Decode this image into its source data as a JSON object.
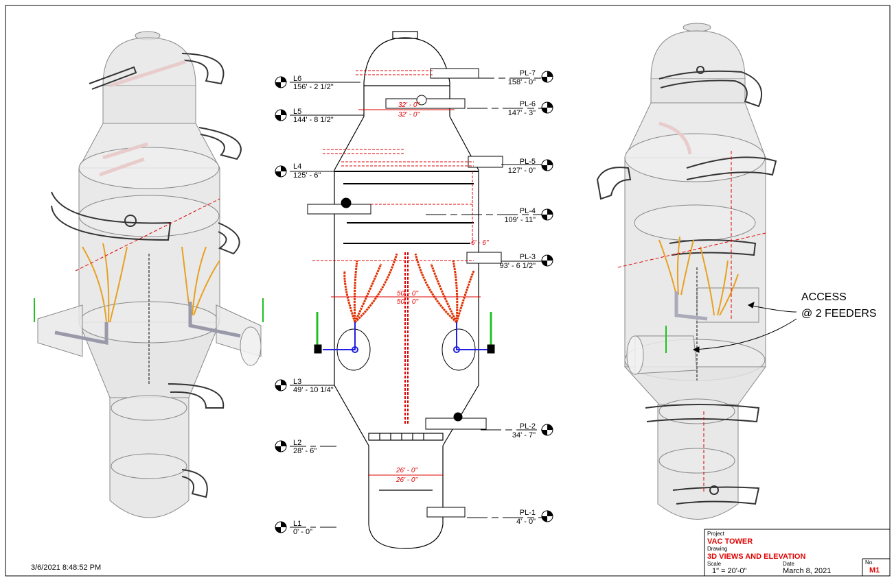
{
  "levels_left": [
    {
      "name": "L6",
      "elev": "156' - 2 1/2\""
    },
    {
      "name": "L5",
      "elev": "144' - 8 1/2\""
    },
    {
      "name": "L4",
      "elev": "125' - 6\""
    },
    {
      "name": "L3",
      "elev": "49' - 10 1/4\""
    },
    {
      "name": "L2",
      "elev": "28' - 6\""
    },
    {
      "name": "L1",
      "elev": "0' - 0\""
    }
  ],
  "levels_right": [
    {
      "name": "PL-7",
      "elev": "158' - 0\""
    },
    {
      "name": "PL-6",
      "elev": "147' - 3\""
    },
    {
      "name": "PL-5",
      "elev": "127' - 0\""
    },
    {
      "name": "PL-4",
      "elev": "109' - 11\""
    },
    {
      "name": "PL-3",
      "elev": "93' - 6 1/2\""
    },
    {
      "name": "PL-2",
      "elev": "34' - 7\""
    },
    {
      "name": "PL-1",
      "elev": "4' - 0\""
    }
  ],
  "dimensions": {
    "d1": "32' - 0\"",
    "d2": "32' - 0\"",
    "d3": "50' - 0\"",
    "d4": "50' - 0\"",
    "d5": "26' - 0\"",
    "d6": "26' - 0\"",
    "d7": "6' - 6\""
  },
  "callout": {
    "line1": "ACCESS",
    "line2": "@ 2 FEEDERS"
  },
  "timestamp": "3/6/2021 8:48:52 PM",
  "title_block": {
    "project_label": "Project",
    "project": "VAC TOWER",
    "drawing_label": "Drawing",
    "drawing": "3D VIEWS AND ELEVATION",
    "scale_label": "Scale",
    "scale": "1\" = 20'-0\"",
    "date_label": "Date",
    "date": "March 8, 2021",
    "no_label": "No.",
    "no": "M1"
  },
  "colors": {
    "line": "#000000",
    "dim": "#e00000",
    "feeder_outer": "#e8a020",
    "feeder_red": "#e03000",
    "pipe_blue": "#2020e0",
    "vent_green": "#20c020"
  }
}
